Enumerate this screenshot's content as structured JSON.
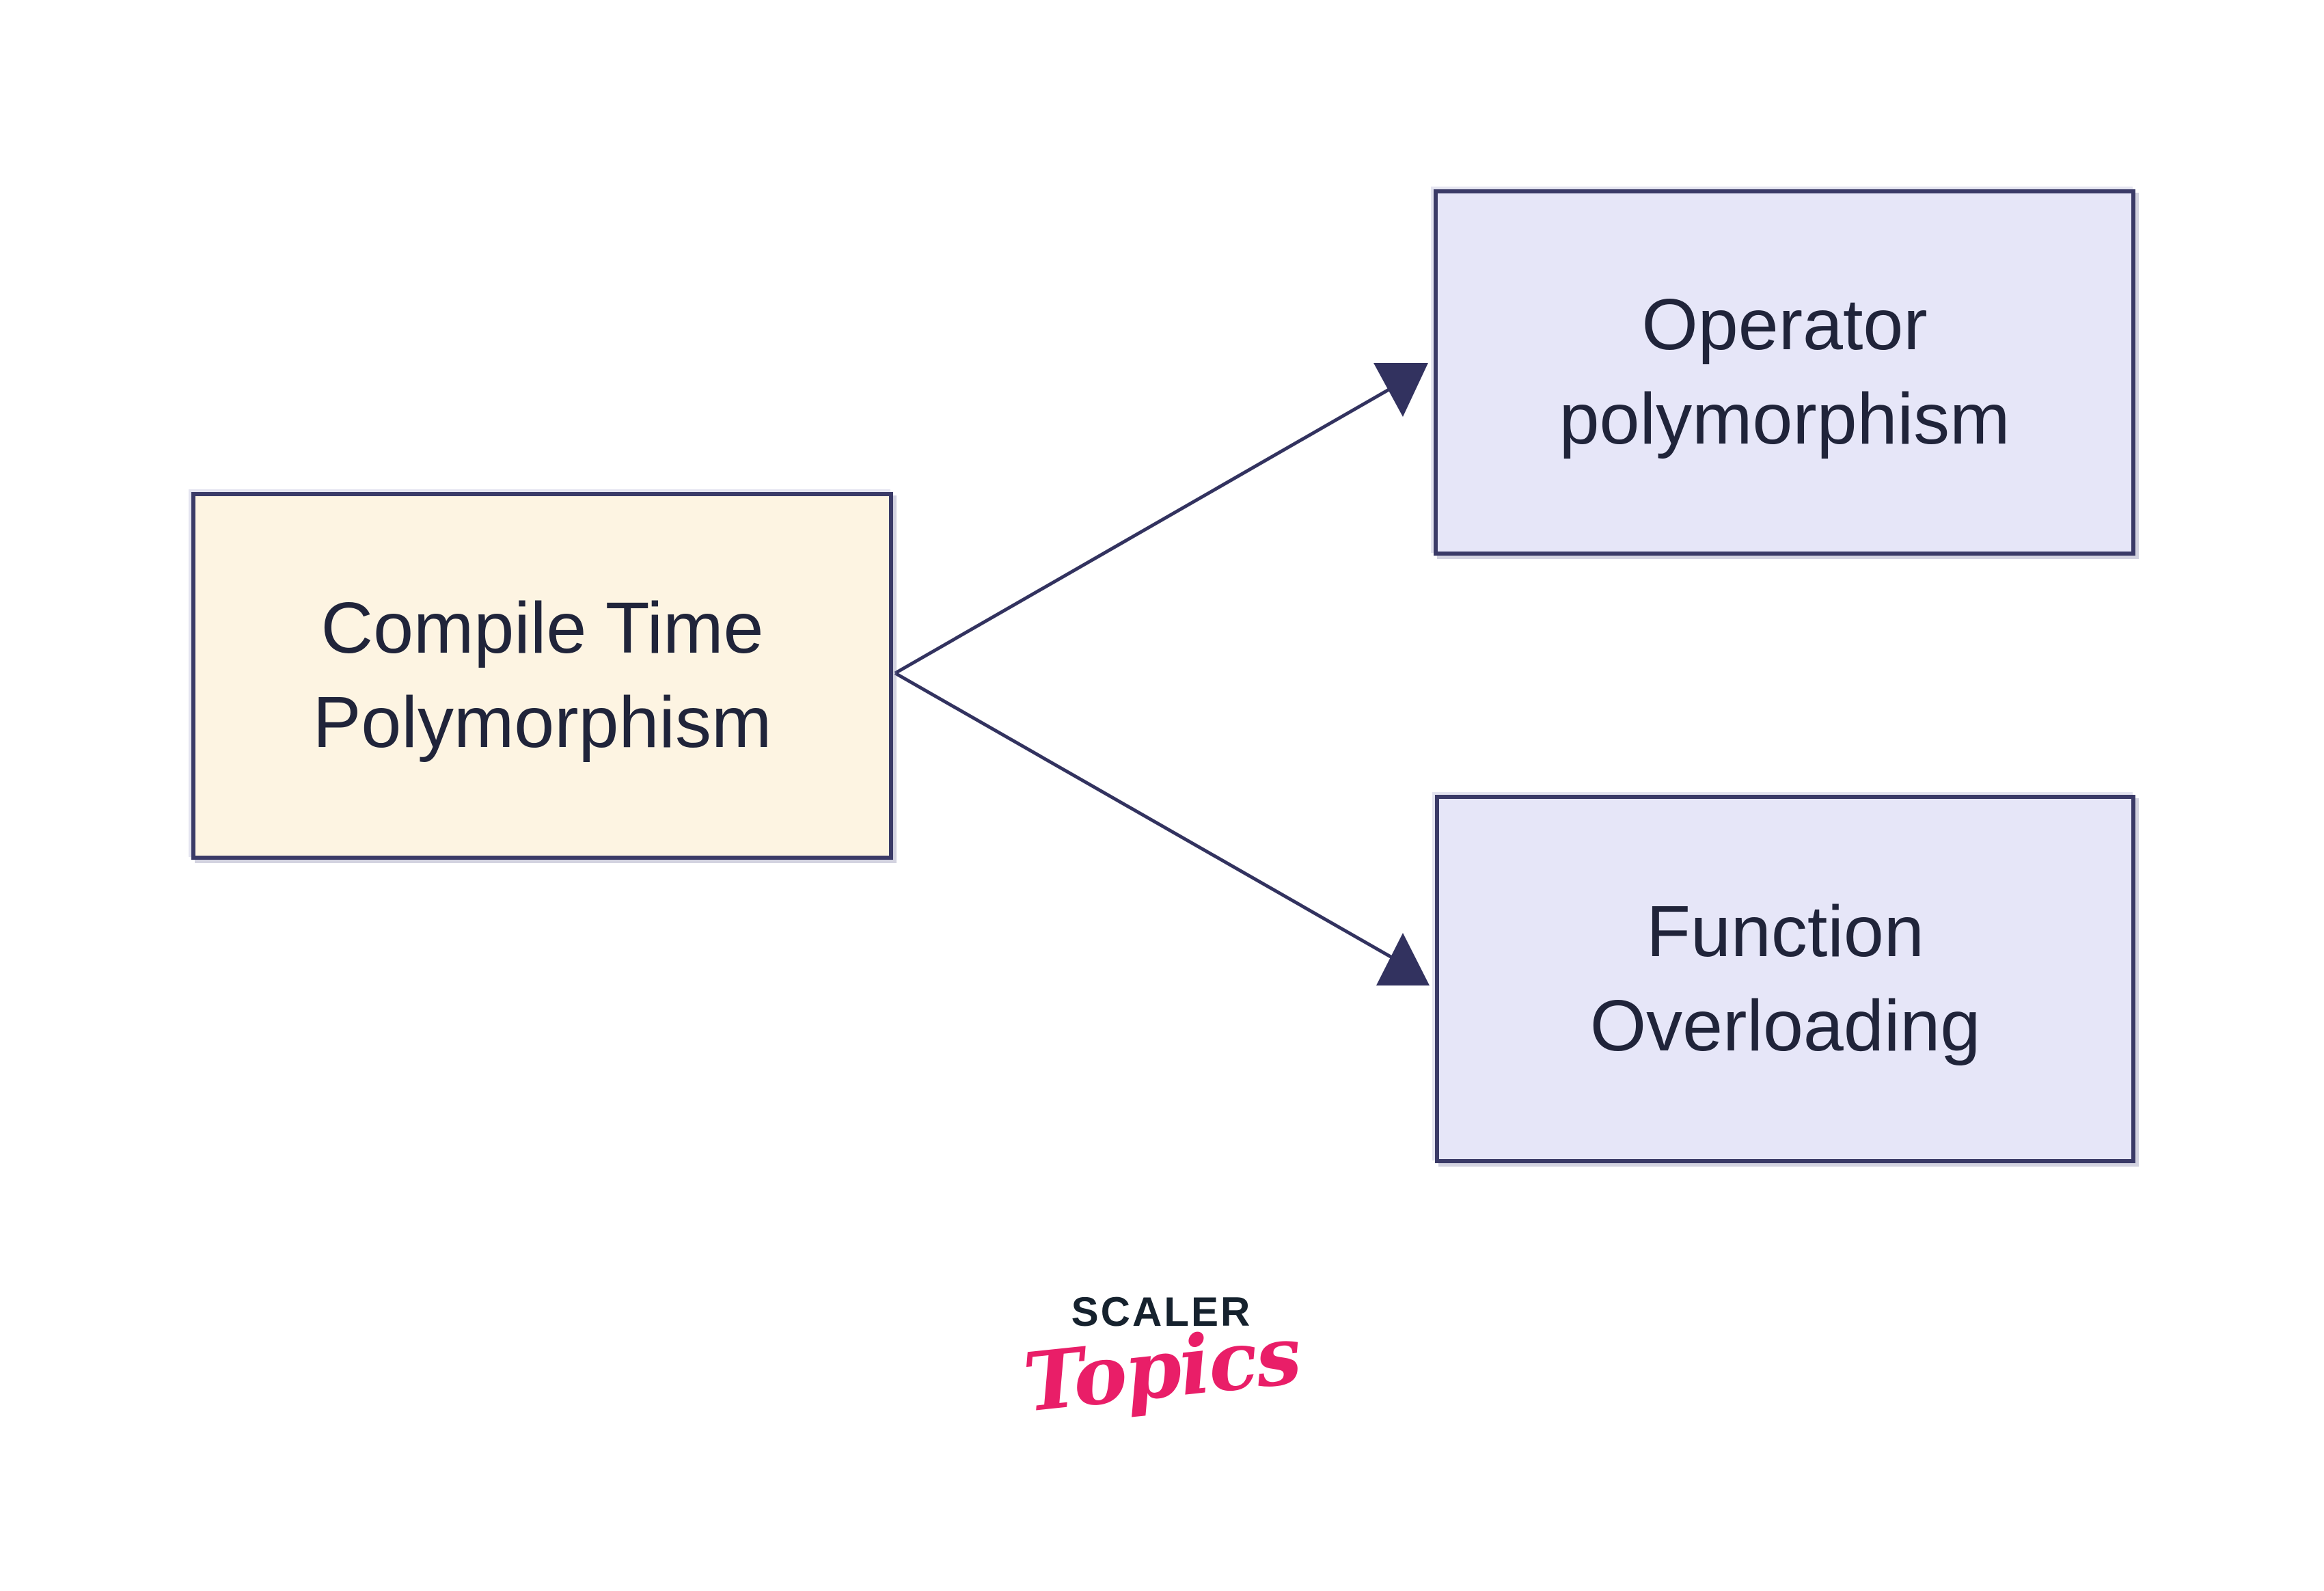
{
  "diagram": {
    "title_context": "Compile time polymorphism types diagram",
    "nodes": [
      {
        "id": "compile-time-polymorphism",
        "line1": "Compile Time",
        "line2": "Polymorphism",
        "fill": "#fdf4e2",
        "border": "#3a3a67",
        "text_color": "#20243a"
      },
      {
        "id": "operator-polymorphism",
        "line1": "Operator",
        "line2": "polymorphism",
        "fill": "#e6e6f8",
        "border": "#3a3a67",
        "text_color": "#20243a"
      },
      {
        "id": "function-overloading",
        "line1": "Function",
        "line2": "Overloading",
        "fill": "#e6e6f8",
        "border": "#3a3a67",
        "text_color": "#20243a"
      }
    ],
    "connectors": [
      {
        "from": "compile-time-polymorphism",
        "to": "operator-polymorphism",
        "style": "solid-arrow",
        "color": "#32325f"
      },
      {
        "from": "compile-time-polymorphism",
        "to": "function-overloading",
        "style": "solid-arrow",
        "color": "#32325f"
      }
    ]
  },
  "logo": {
    "brand": "SCALER",
    "product": "Topics",
    "brand_color": "#16222e",
    "product_color": "#e91e68"
  },
  "background": "#ffffff"
}
